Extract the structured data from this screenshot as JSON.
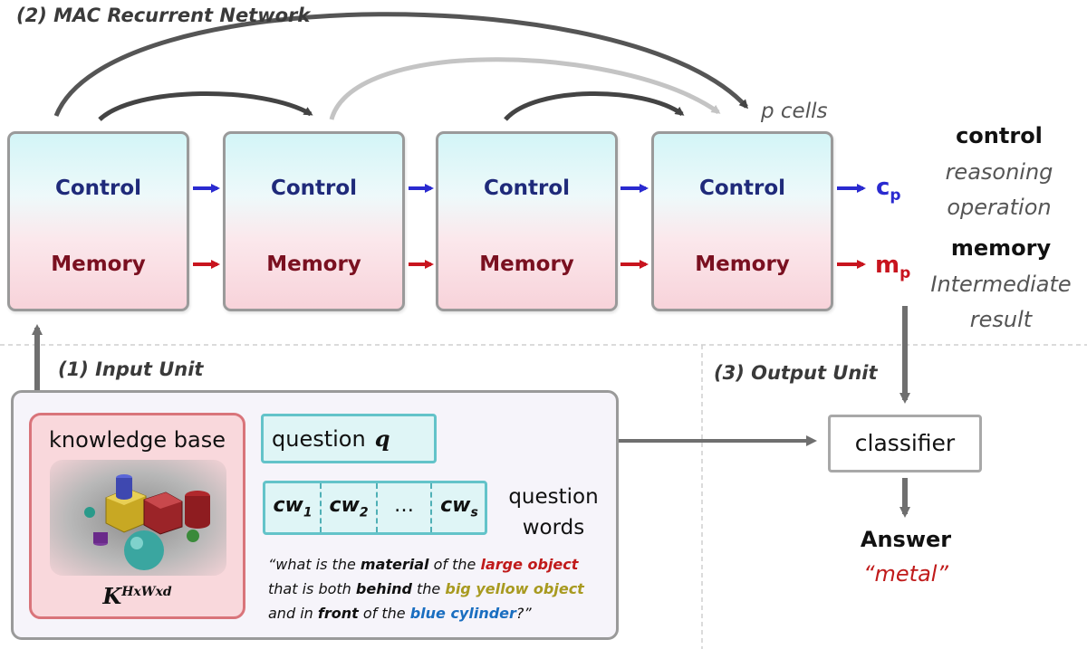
{
  "network": {
    "title": "(2) MAC Recurrent Network",
    "cell_count_label": "p cells",
    "cells": [
      {
        "control": "Control",
        "memory": "Memory"
      },
      {
        "control": "Control",
        "memory": "Memory"
      },
      {
        "control": "Control",
        "memory": "Memory"
      },
      {
        "control": "Control",
        "memory": "Memory"
      }
    ],
    "control_output": {
      "symbol": "c",
      "subscript": "p"
    },
    "memory_output": {
      "symbol": "m",
      "subscript": "p"
    }
  },
  "legend": {
    "control_heading": "control",
    "control_desc": [
      "reasoning",
      "operation"
    ],
    "memory_heading": "memory",
    "memory_desc": [
      "Intermediate",
      "result"
    ]
  },
  "input_unit": {
    "title": "(1) Input Unit",
    "knowledge_base": {
      "title": "knowledge base",
      "symbol": "K",
      "superscript": "HxWxd"
    },
    "question": {
      "label": "question",
      "symbol": "q"
    },
    "control_words": [
      {
        "base": "cw",
        "sub": "1"
      },
      {
        "base": "cw",
        "sub": "2"
      },
      {
        "base": "…",
        "sub": ""
      },
      {
        "base": "cw",
        "sub": "s"
      }
    ],
    "question_words_label": [
      "question",
      "words"
    ],
    "example_question": {
      "l1_a": "“what is the ",
      "l1_b": "material",
      "l1_c": " of the ",
      "l1_d": "large object",
      "l2_a": "that is both ",
      "l2_b": "behind",
      "l2_c": " the ",
      "l2_d": "big yellow object",
      "l3_a": "and in ",
      "l3_b": "front",
      "l3_c": " of the ",
      "l3_d": "blue cylinder",
      "l3_e": "?”"
    }
  },
  "output_unit": {
    "title": "(3) Output Unit",
    "classifier": "classifier",
    "answer_label": "Answer",
    "answer_value": "“metal”"
  },
  "colors": {
    "control_text": "#1f2a7a",
    "memory_text": "#7a1020",
    "control_arrow": "#2a2ad0",
    "memory_arrow": "#c8141e",
    "flow_arrow": "#6f6f6f"
  }
}
